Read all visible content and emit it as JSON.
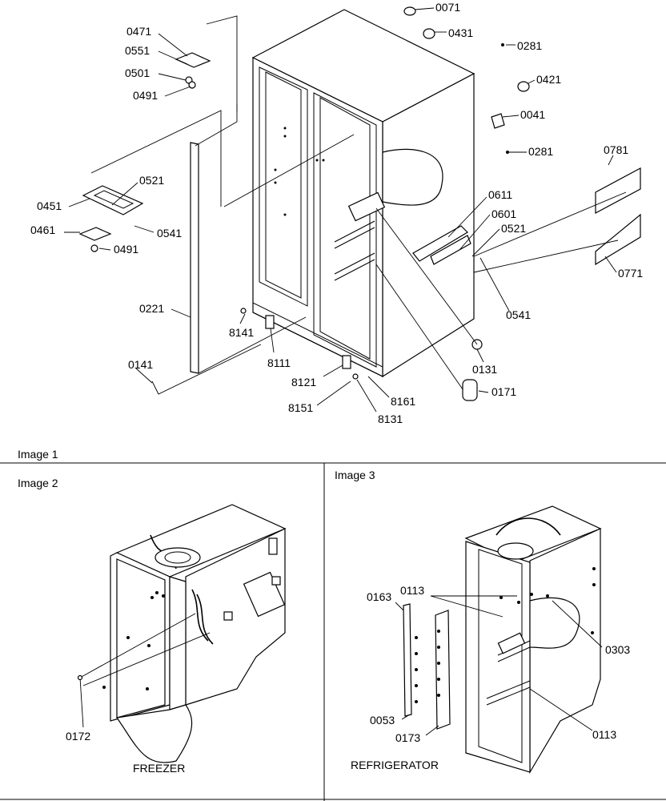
{
  "image1": {
    "caption": "Image 1",
    "labels": [
      "0071",
      "0431",
      "0281",
      "0471",
      "0551",
      "0501",
      "0491",
      "0421",
      "0041",
      "0281",
      "0781",
      "0521",
      "0451",
      "0541",
      "0461",
      "0491",
      "0611",
      "0601",
      "0521",
      "0771",
      "0541",
      "0221",
      "8141",
      "8111",
      "0131",
      "0141",
      "8121",
      "0171",
      "8151",
      "8161",
      "8131"
    ]
  },
  "image2": {
    "caption": "Image 2",
    "labels": [
      "0172"
    ],
    "title": "FREEZER"
  },
  "image3": {
    "caption": "Image 3",
    "labels": [
      "0163",
      "0113",
      "0303",
      "0053",
      "0173",
      "0113"
    ],
    "title": "REFRIGERATOR"
  }
}
